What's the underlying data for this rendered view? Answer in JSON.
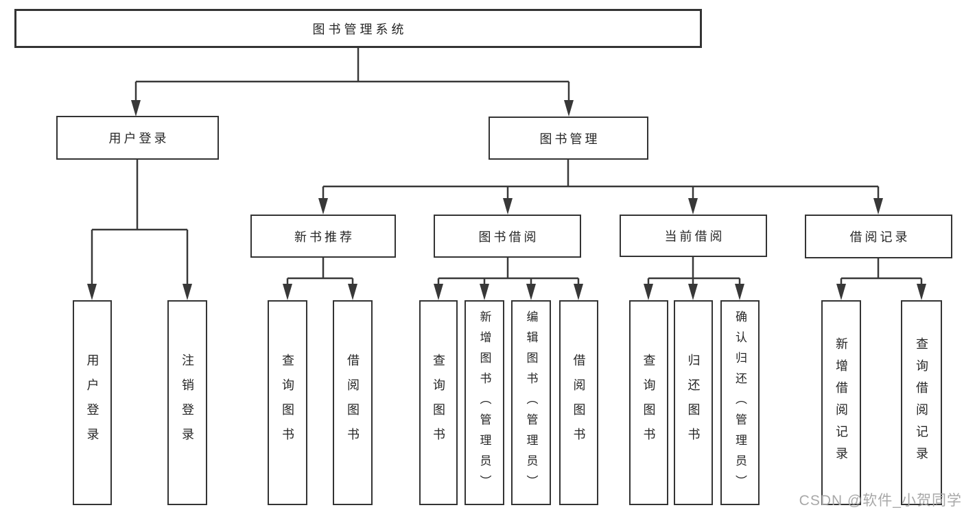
{
  "diagram": {
    "title": "图书管理系统",
    "level2": {
      "user_login": "用户登录",
      "book_management": "图书管理"
    },
    "level3": {
      "new_book_recommend": "新书推荐",
      "book_borrow": "图书借阅",
      "current_borrow": "当前借阅",
      "borrow_record": "借阅记录"
    },
    "leaves": {
      "user_login": "用户登录",
      "logout": "注销登录",
      "nbr_query_book": "查询图书",
      "nbr_borrow_book": "借阅图书",
      "bb_query_book": "查询图书",
      "bb_add_book": "新增图书（管理员）",
      "bb_edit_book": "编辑图书（管理员）",
      "bb_borrow_book": "借阅图书",
      "cb_query_book": "查询图书",
      "cb_return_book": "归还图书",
      "cb_confirm_return": "确认归还（管理员）",
      "br_add_record": "新增借阅记录",
      "br_query_record": "查询借阅记录"
    }
  },
  "colors": {
    "line": "#383838",
    "box_border": "#333333",
    "text": "#262626",
    "watermark": "#a8a8a8"
  },
  "watermark": "CSDN @软件_小贺同学"
}
